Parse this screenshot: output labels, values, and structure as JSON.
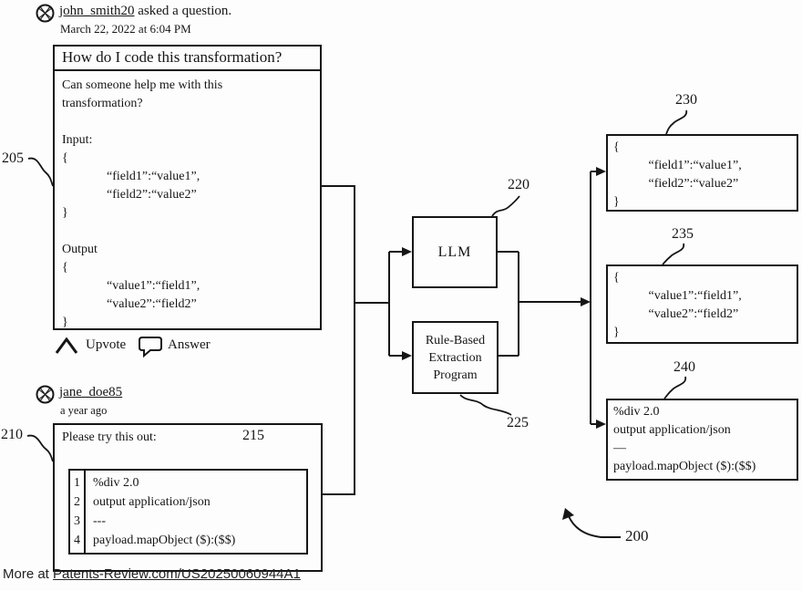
{
  "colors": {
    "ink": "#161616",
    "background": "#fdfdfd"
  },
  "question_post": {
    "username": "john_smith20",
    "action": "asked a question.",
    "timestamp": "March 22, 2022 at 6:04 PM",
    "title": "How do I code this transformation?",
    "body": "Can someone help me with this\ntransformation?\n\nInput:\n{\n              “field1”:“value1”,\n              “field2”:“value2”\n}\n\nOutput\n{\n              “value1”:“field1”,\n              “value2”:“field2”\n}",
    "upvote_label": "Upvote",
    "answer_label": "Answer"
  },
  "answer_post": {
    "username": "jane_doe85",
    "timestamp": "a year ago",
    "intro": "Please try this out:",
    "code": [
      {
        "num": "1",
        "text": "%div 2.0"
      },
      {
        "num": "2",
        "text": "output application/json"
      },
      {
        "num": "3",
        "text": "---"
      },
      {
        "num": "4",
        "text": "payload.mapObject ($):($$)"
      }
    ]
  },
  "pipeline": {
    "llm": "LLM",
    "rule": "Rule-Based\nExtraction\nProgram"
  },
  "outputs": {
    "box230": "{\n           “field1”:“value1”,\n           “field2”:“value2”\n}",
    "box235": "{\n           “value1”:“field1”,\n           “value2”:“field2”\n}",
    "box240": "%div 2.0\noutput application/json\n—\npayload.mapObject ($):($$)"
  },
  "ref_labels": {
    "question": "205",
    "answer": "210",
    "code": "215",
    "llm": "220",
    "rule": "225",
    "out_top": "230",
    "out_mid": "235",
    "out_bottom": "240",
    "figure": "200"
  },
  "watermark": {
    "prefix": "More at ",
    "link": "Patents-Review.com/US20250060944A1"
  }
}
